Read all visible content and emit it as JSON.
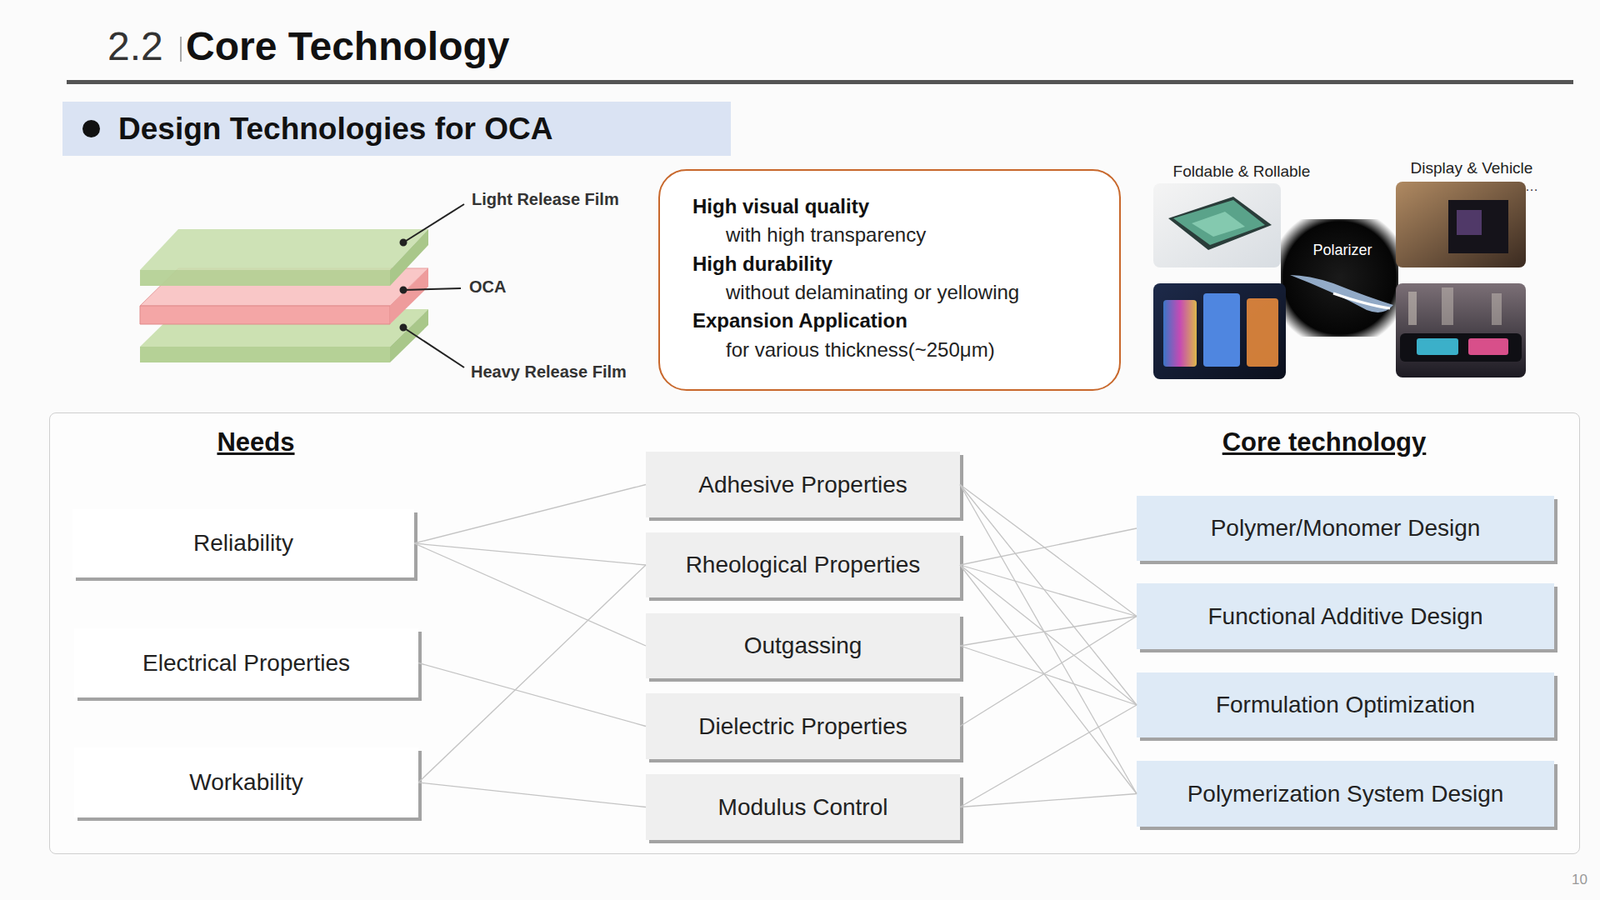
{
  "diagram": {
    "title": "Core Technology",
    "nodes": [
      {
        "text": [
          "Design Technologies for OCA"
        ]
      },
      {
        "text": [
          "High visual quality",
          "with high transparency",
          "High durability",
          "without delaminating or yellowing",
          "Expansion Application",
          "for various thickness(~250μm)"
        ]
      },
      {
        "text": [
          "Needs",
          "Core technology"
        ]
      },
      {
        "text": [
          "Reliability"
        ],
        "in": 2
      },
      {
        "text": [
          "Electrical Properties"
        ],
        "in": 2
      },
      {
        "text": [
          "Workability"
        ],
        "in": 2
      },
      {
        "text": [
          "Adhesive Properties"
        ],
        "in": 2
      },
      {
        "text": [
          "Rheological Properties"
        ],
        "in": 2
      },
      {
        "text": [
          "Outgassing"
        ],
        "in": 2
      },
      {
        "text": [
          "Dielectric Properties"
        ],
        "in": 2
      },
      {
        "text": [
          "Modulus Control"
        ],
        "in": 2
      },
      {
        "text": [
          "Polymer/Monomer Design"
        ],
        "in": 2
      },
      {
        "text": [
          "Functional Additive Design"
        ],
        "in": 2
      },
      {
        "text": [
          "Formulation Optimization"
        ],
        "in": 2
      },
      {
        "text": [
          "Polymerization System Design"
        ],
        "in": 2
      }
    ],
    "edges": [
      {
        "from": 3,
        "to": 6,
        "arrow": "none"
      },
      {
        "from": 3,
        "to": 7,
        "arrow": "none"
      },
      {
        "from": 3,
        "to": 8,
        "arrow": "none"
      },
      {
        "from": 4,
        "to": 9,
        "arrow": "none"
      },
      {
        "from": 5,
        "to": 7,
        "arrow": "none"
      },
      {
        "from": 5,
        "to": 10,
        "arrow": "none"
      },
      {
        "from": 6,
        "to": 12,
        "arrow": "none"
      },
      {
        "from": 6,
        "to": 13,
        "arrow": "none"
      },
      {
        "from": 6,
        "to": 14,
        "arrow": "none"
      },
      {
        "from": 7,
        "to": 11,
        "arrow": "none"
      },
      {
        "from": 7,
        "to": 12,
        "arrow": "none"
      },
      {
        "from": 7,
        "to": 13,
        "arrow": "none"
      },
      {
        "from": 7,
        "to": 14,
        "arrow": "none"
      },
      {
        "from": 8,
        "to": 12,
        "arrow": "none"
      },
      {
        "from": 8,
        "to": 13,
        "arrow": "none"
      },
      {
        "from": 9,
        "to": 12,
        "arrow": "none"
      },
      {
        "from": 10,
        "to": 13,
        "arrow": "none"
      },
      {
        "from": 10,
        "to": 14,
        "arrow": "none"
      }
    ],
    "labels": [
      "2.2",
      "Light Release Film",
      "OCA",
      "Heavy Release Film",
      "Foldable & Rollable",
      "Display & Vehicle",
      "…",
      "Polarizer",
      "10"
    ]
  }
}
